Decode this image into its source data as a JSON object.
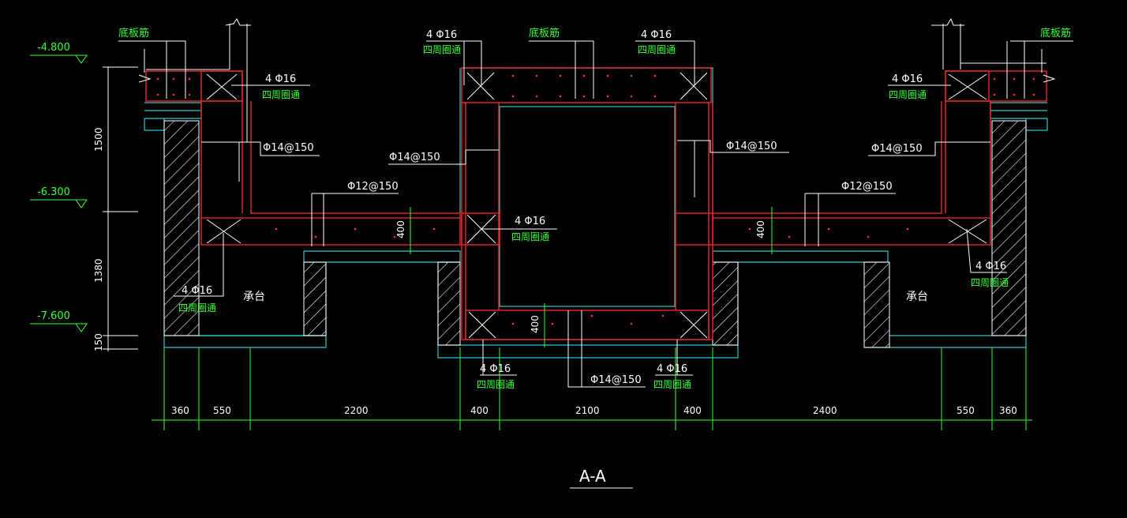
{
  "elevations": [
    "-4.800",
    "-6.300",
    "-7.600"
  ],
  "vertical_dims": [
    "1500",
    "1380",
    "150"
  ],
  "horizontal_dims": [
    "360",
    "550",
    "2200",
    "400",
    "2100",
    "400",
    "2400",
    "550",
    "360"
  ],
  "labels": {
    "bottom_bar": "底板筋",
    "four_phi16": "4 Φ16",
    "around": "四周圈通",
    "phi14_150": "Φ14@150",
    "phi12_150": "Φ12@150",
    "dim400": "400",
    "cap": "承台",
    "section": "A-A"
  }
}
